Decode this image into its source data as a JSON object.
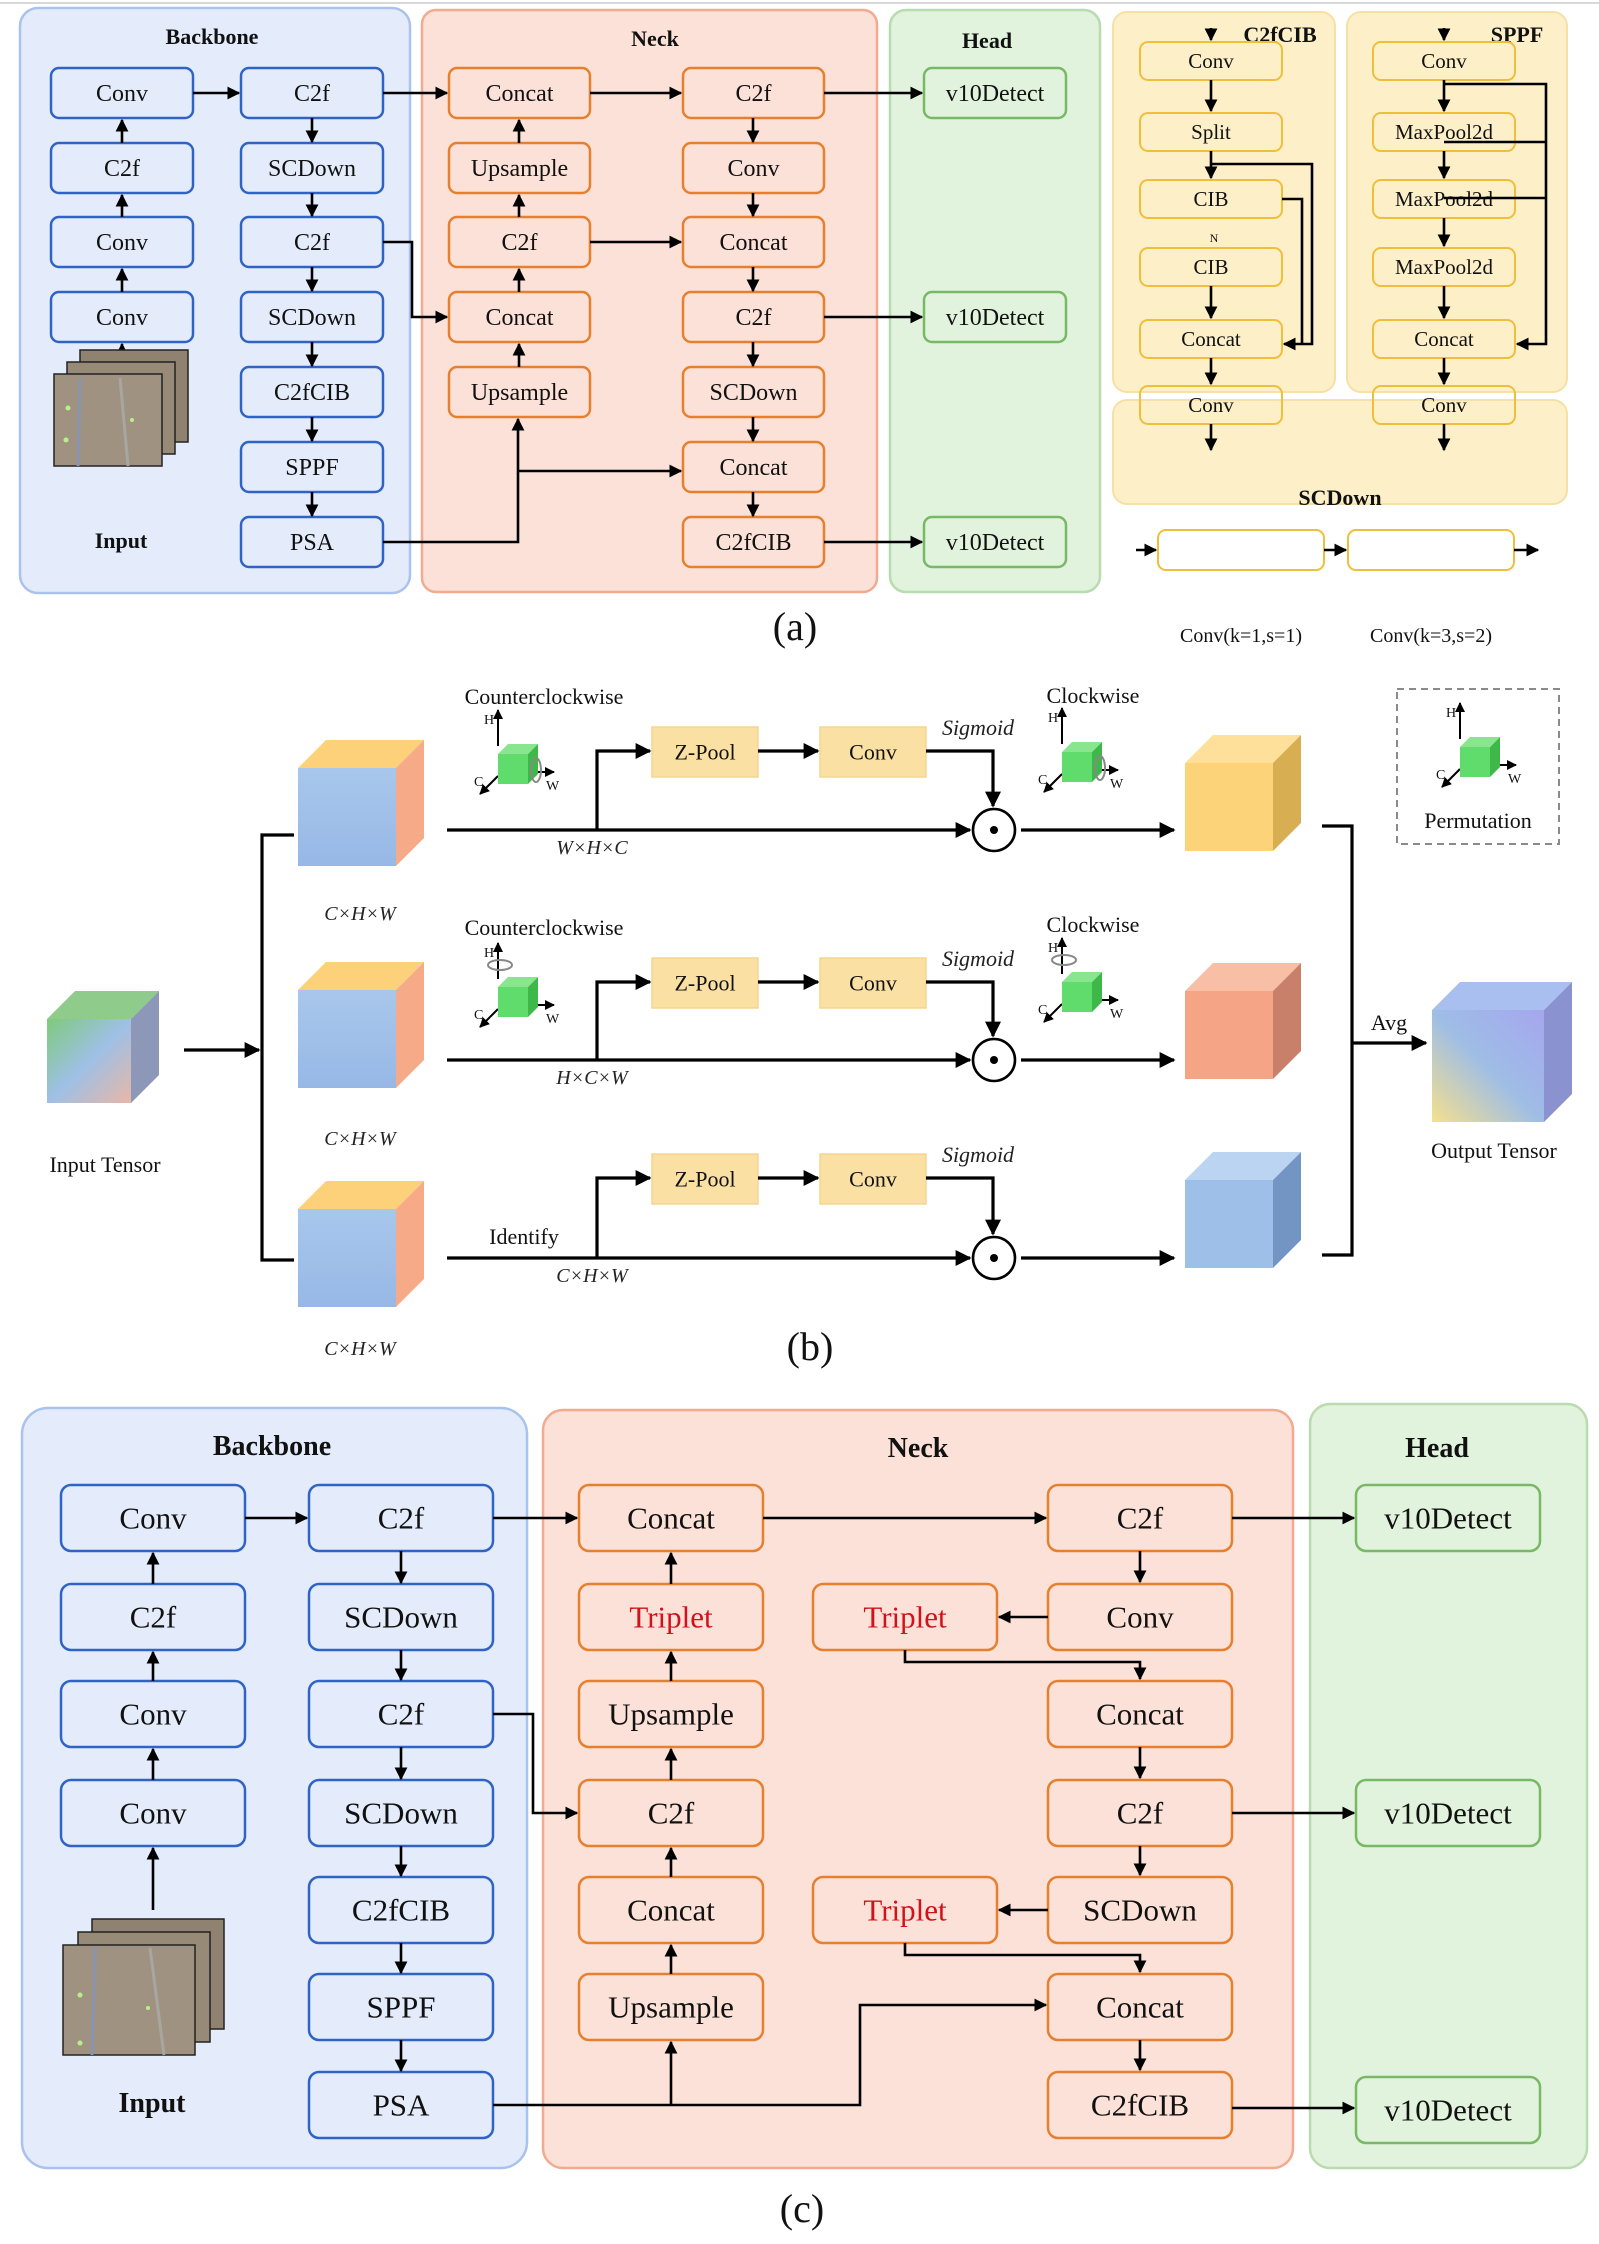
{
  "figure": {
    "captions": {
      "a": "(a)",
      "b": "(b)",
      "c": "(c)"
    },
    "colors": {
      "backbone_bg": "#e4ecfb",
      "backbone_border": "#a9c2ee",
      "backbone_box_border": "#2f64c6",
      "neck_bg": "#fbe1d7",
      "neck_border": "#f2aa90",
      "neck_box_border": "#e6802f",
      "head_bg": "#e1f3dc",
      "head_border": "#b8dcae",
      "head_box_border": "#79b867",
      "module_bg": "#fdefc7",
      "module_border": "#f5d68a",
      "module_box_border": "#efbf3c",
      "triplet_text": "#d0121b",
      "zpool_fill": "#fbe0a4",
      "green_cube": "#5fdc6b"
    }
  },
  "panel_a": {
    "backbone": {
      "title": "Backbone",
      "left_column": [
        "Conv",
        "C2f",
        "Conv",
        "Conv"
      ],
      "right_column": [
        "C2f",
        "SCDown",
        "C2f",
        "SCDown",
        "C2fCIB",
        "SPPF",
        "PSA"
      ],
      "input_label": "Input"
    },
    "neck": {
      "title": "Neck",
      "left_column": [
        "Concat",
        "Upsample",
        "C2f",
        "Concat",
        "Upsample"
      ],
      "right_column": [
        "C2f",
        "Conv",
        "Concat",
        "C2f",
        "SCDown",
        "Concat",
        "C2fCIB"
      ]
    },
    "head": {
      "title": "Head",
      "items": [
        "v10Detect",
        "v10Detect",
        "v10Detect"
      ]
    },
    "c2fcib_module": {
      "title": "C2fCIB",
      "items": [
        "Conv",
        "Split",
        "CIB",
        "CIB",
        "Concat",
        "Conv"
      ],
      "repeat_label": "N"
    },
    "sppf_module": {
      "title": "SPPF",
      "items": [
        "Conv",
        "MaxPool2d",
        "MaxPool2d",
        "MaxPool2d",
        "Concat",
        "Conv"
      ]
    },
    "scdown_module": {
      "title": "SCDown",
      "items": [
        "Conv(k=1,s=1)",
        "Conv(k=3,s=2)"
      ]
    }
  },
  "panel_b": {
    "input_label": "Input Tensor",
    "output_label": "Output Tensor",
    "avg_label": "Avg",
    "branch_shape_label": "C×H×W",
    "permutation_legend": {
      "label": "Permutation",
      "axes": [
        "H",
        "C",
        "W"
      ]
    },
    "branches": [
      {
        "rotate_in": "Counterclockwise",
        "rotate_out": "Clockwise",
        "shape": "W×H×C",
        "zpool": "Z-Pool",
        "conv": "Conv",
        "gate": "Sigmoid",
        "out_color": "#fdd37a"
      },
      {
        "rotate_in": "Counterclockwise",
        "rotate_out": "Clockwise",
        "shape": "H×C×W",
        "zpool": "Z-Pool",
        "conv": "Conv",
        "gate": "Sigmoid",
        "out_color": "#f6a486"
      },
      {
        "rotate_in": "Identify",
        "rotate_out": "",
        "shape": "C×H×W",
        "zpool": "Z-Pool",
        "conv": "Conv",
        "gate": "Sigmoid",
        "out_color": "#9dbfe8"
      }
    ],
    "multiply_symbol": "⊙"
  },
  "panel_c": {
    "backbone": {
      "title": "Backbone",
      "left_column": [
        "Conv",
        "C2f",
        "Conv",
        "Conv"
      ],
      "right_column": [
        "C2f",
        "SCDown",
        "C2f",
        "SCDown",
        "C2fCIB",
        "SPPF",
        "PSA"
      ],
      "input_label": "Input"
    },
    "neck": {
      "title": "Neck",
      "left_column": [
        "Concat",
        "Triplet",
        "Upsample",
        "C2f",
        "Concat",
        "Upsample"
      ],
      "middle_column": [
        "Triplet",
        "Triplet"
      ],
      "right_column": [
        "C2f",
        "Conv",
        "Concat",
        "C2f",
        "SCDown",
        "Concat",
        "C2fCIB"
      ]
    },
    "head": {
      "title": "Head",
      "items": [
        "v10Detect",
        "v10Detect",
        "v10Detect"
      ]
    }
  }
}
